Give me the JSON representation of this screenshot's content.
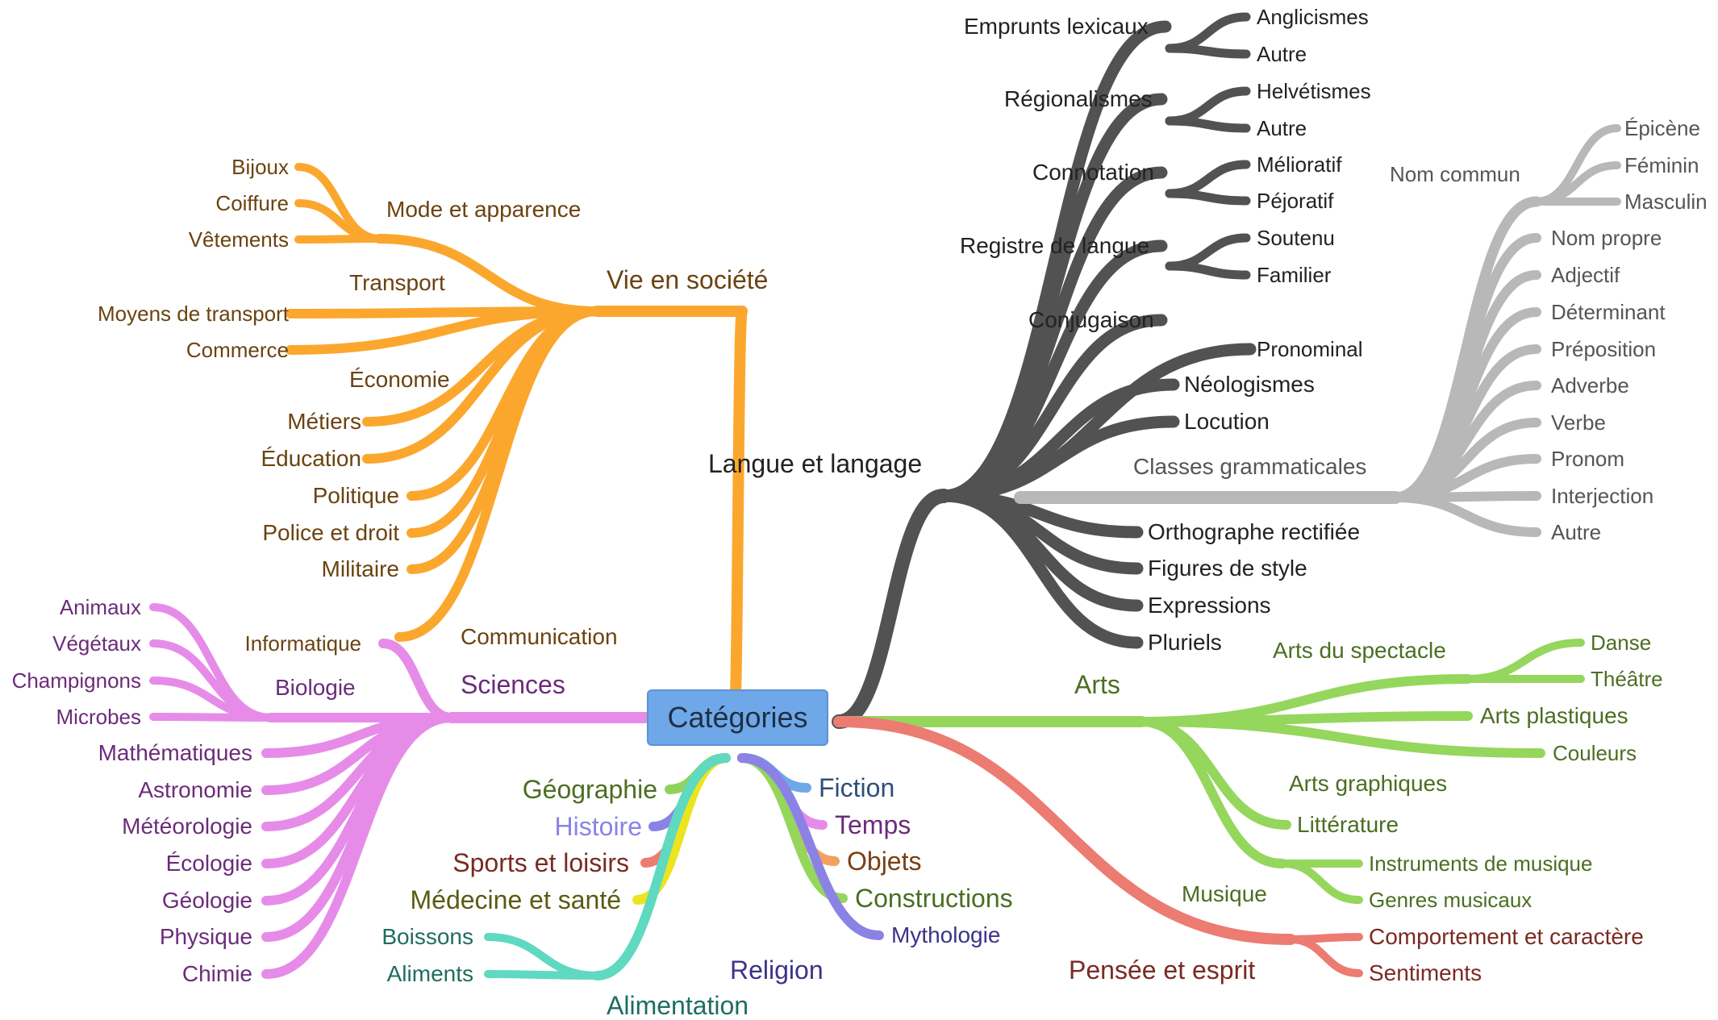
{
  "root": {
    "label": "Catégories"
  },
  "colors": {
    "langue": "#525252",
    "langue_text": "#222222",
    "classes": "#b8b8b8",
    "classes_text": "#555555",
    "vie": "#fba72e",
    "vie_text": "#6b4310",
    "sciences": "#e68ce8",
    "sciences_text": "#6b2c7a",
    "arts": "#95d65c",
    "arts_text": "#4b6e22",
    "pensee": "#ec7b72",
    "pensee_text": "#7a2a22",
    "geo": "#8fd35b",
    "histoire": "#8b82e6",
    "sports": "#ec7b72",
    "medecine": "#ece41e",
    "aliment": "#5fd9c0",
    "fiction": "#6fa8e8",
    "temps": "#e68ce8",
    "objets": "#f2a05e",
    "constructions": "#95d65c",
    "mythologie": "#8b82e6",
    "religion": "#8b82e6"
  },
  "nodes": [
    {
      "id": "langue",
      "label": "Langue et langage"
    },
    {
      "id": "emprunts",
      "label": "Emprunts lexicaux"
    },
    {
      "id": "anglicismes",
      "label": "Anglicismes"
    },
    {
      "id": "autre1",
      "label": "Autre"
    },
    {
      "id": "regionalismes",
      "label": "Régionalismes"
    },
    {
      "id": "helvetismes",
      "label": "Helvétismes"
    },
    {
      "id": "autre2",
      "label": "Autre"
    },
    {
      "id": "connotation",
      "label": "Connotation"
    },
    {
      "id": "melioratif",
      "label": "Mélioratif"
    },
    {
      "id": "pejoratif",
      "label": "Péjoratif"
    },
    {
      "id": "registre",
      "label": "Registre de langue"
    },
    {
      "id": "soutenu",
      "label": "Soutenu"
    },
    {
      "id": "familier",
      "label": "Familier"
    },
    {
      "id": "conjugaison",
      "label": "Conjugaison"
    },
    {
      "id": "pronominal",
      "label": "Pronominal"
    },
    {
      "id": "neologismes",
      "label": "Néologismes"
    },
    {
      "id": "locution",
      "label": "Locution"
    },
    {
      "id": "classes",
      "label": "Classes grammaticales"
    },
    {
      "id": "nomcommun",
      "label": "Nom commun"
    },
    {
      "id": "epicene",
      "label": "Épicène"
    },
    {
      "id": "feminin",
      "label": "Féminin"
    },
    {
      "id": "masculin",
      "label": "Masculin"
    },
    {
      "id": "nompropre",
      "label": "Nom propre"
    },
    {
      "id": "adjectif",
      "label": "Adjectif"
    },
    {
      "id": "determinant",
      "label": "Déterminant"
    },
    {
      "id": "preposition",
      "label": "Préposition"
    },
    {
      "id": "adverbe",
      "label": "Adverbe"
    },
    {
      "id": "verbe",
      "label": "Verbe"
    },
    {
      "id": "pronom",
      "label": "Pronom"
    },
    {
      "id": "interjection",
      "label": "Interjection"
    },
    {
      "id": "autre3",
      "label": "Autre"
    },
    {
      "id": "orthographe",
      "label": "Orthographe rectifiée"
    },
    {
      "id": "figures",
      "label": "Figures de style"
    },
    {
      "id": "expressions",
      "label": "Expressions"
    },
    {
      "id": "pluriels",
      "label": "Pluriels"
    },
    {
      "id": "vie",
      "label": "Vie en société"
    },
    {
      "id": "mode",
      "label": "Mode et apparence"
    },
    {
      "id": "bijoux",
      "label": "Bijoux"
    },
    {
      "id": "coiffure",
      "label": "Coiffure"
    },
    {
      "id": "vetements",
      "label": "Vêtements"
    },
    {
      "id": "transport",
      "label": "Transport"
    },
    {
      "id": "moyens",
      "label": "Moyens de transport"
    },
    {
      "id": "commerce",
      "label": "Commerce"
    },
    {
      "id": "economie",
      "label": "Économie"
    },
    {
      "id": "metiers",
      "label": "Métiers"
    },
    {
      "id": "education",
      "label": "Éducation"
    },
    {
      "id": "politique",
      "label": "Politique"
    },
    {
      "id": "police",
      "label": "Police et droit"
    },
    {
      "id": "militaire",
      "label": "Militaire"
    },
    {
      "id": "communication",
      "label": "Communication"
    },
    {
      "id": "informatique",
      "label": "Informatique"
    },
    {
      "id": "sciences",
      "label": "Sciences"
    },
    {
      "id": "biologie",
      "label": "Biologie"
    },
    {
      "id": "animaux",
      "label": "Animaux"
    },
    {
      "id": "vegetaux",
      "label": "Végétaux"
    },
    {
      "id": "champignons",
      "label": "Champignons"
    },
    {
      "id": "microbes",
      "label": "Microbes"
    },
    {
      "id": "maths",
      "label": "Mathématiques"
    },
    {
      "id": "astronomie",
      "label": "Astronomie"
    },
    {
      "id": "meteorologie",
      "label": "Météorologie"
    },
    {
      "id": "ecologie",
      "label": "Écologie"
    },
    {
      "id": "geologie",
      "label": "Géologie"
    },
    {
      "id": "physique",
      "label": "Physique"
    },
    {
      "id": "chimie",
      "label": "Chimie"
    },
    {
      "id": "arts",
      "label": "Arts"
    },
    {
      "id": "spectacle",
      "label": "Arts du spectacle"
    },
    {
      "id": "danse",
      "label": "Danse"
    },
    {
      "id": "theatre",
      "label": "Théâtre"
    },
    {
      "id": "plastiques",
      "label": "Arts plastiques"
    },
    {
      "id": "couleurs",
      "label": "Couleurs"
    },
    {
      "id": "graphiques",
      "label": "Arts graphiques"
    },
    {
      "id": "litterature",
      "label": "Littérature"
    },
    {
      "id": "musique",
      "label": "Musique"
    },
    {
      "id": "instruments",
      "label": "Instruments de musique"
    },
    {
      "id": "genres",
      "label": "Genres musicaux"
    },
    {
      "id": "pensee",
      "label": "Pensée et esprit"
    },
    {
      "id": "comportement",
      "label": "Comportement et caractère"
    },
    {
      "id": "sentiments",
      "label": "Sentiments"
    },
    {
      "id": "geographie",
      "label": "Géographie"
    },
    {
      "id": "histoire",
      "label": "Histoire"
    },
    {
      "id": "sports",
      "label": "Sports et loisirs"
    },
    {
      "id": "medecine",
      "label": "Médecine et santé"
    },
    {
      "id": "alimentation",
      "label": "Alimentation"
    },
    {
      "id": "boissons",
      "label": "Boissons"
    },
    {
      "id": "aliments",
      "label": "Aliments"
    },
    {
      "id": "fiction",
      "label": "Fiction"
    },
    {
      "id": "temps",
      "label": "Temps"
    },
    {
      "id": "objets",
      "label": "Objets"
    },
    {
      "id": "constructions",
      "label": "Constructions"
    },
    {
      "id": "mythologie",
      "label": "Mythologie"
    },
    {
      "id": "religion",
      "label": "Religion"
    }
  ]
}
